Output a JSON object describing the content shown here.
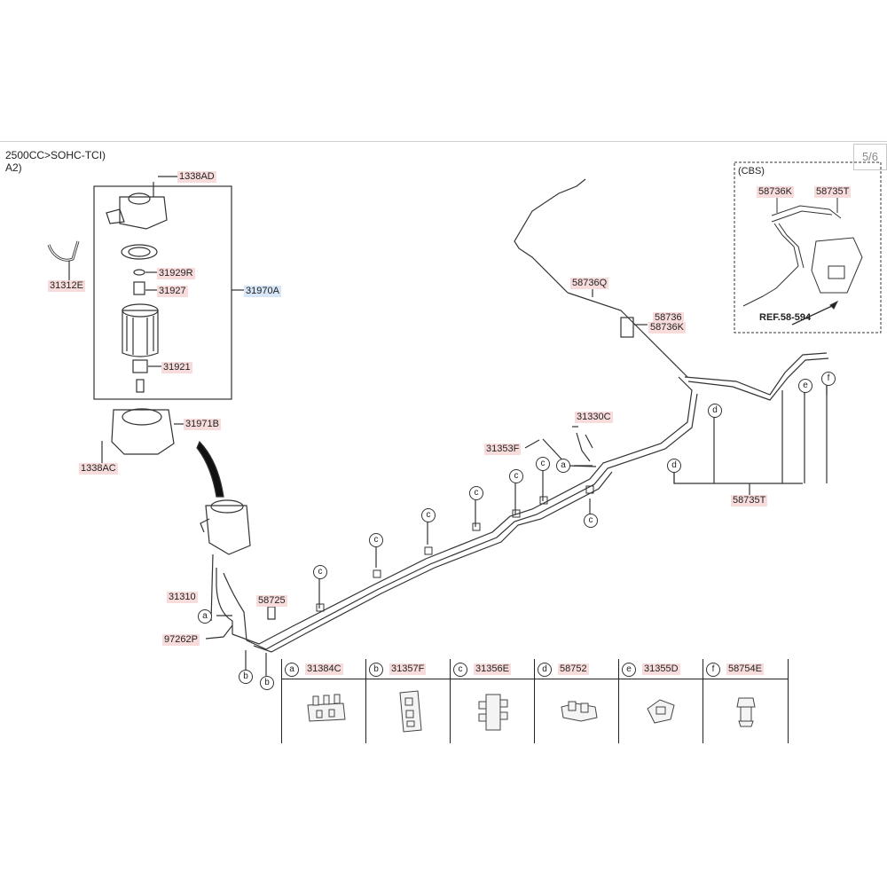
{
  "header": {
    "engine": "2500CC>SOHC-TCI)",
    "variant": "A2)",
    "page": "5/6"
  },
  "inset": {
    "title": "(CBS)",
    "labels": [
      "58736K",
      "58735T"
    ],
    "ref": "REF.58-594"
  },
  "callouts": {
    "c1338AD": "1338AD",
    "c31312E": "31312E",
    "c31929R": "31929R",
    "c31927": "31927",
    "c31970A": "31970A",
    "c31921": "31921",
    "c31971B": "31971B",
    "c1338AC": "1338AC",
    "c58736Q": "58736Q",
    "c58736": "58736",
    "c58736K": "58736K",
    "c31330C": "31330C",
    "c31353F": "31353F",
    "c58735T": "58735T",
    "c31310": "31310",
    "c58725": "58725",
    "c97262P": "97262P"
  },
  "markers": {
    "a": "a",
    "b": "b",
    "c": "c",
    "d": "d",
    "e": "e",
    "f": "f"
  },
  "parts_table": [
    {
      "letter": "a",
      "part": "31384C"
    },
    {
      "letter": "b",
      "part": "31357F"
    },
    {
      "letter": "c",
      "part": "31356E"
    },
    {
      "letter": "d",
      "part": "58752"
    },
    {
      "letter": "e",
      "part": "31355D"
    },
    {
      "letter": "f",
      "part": "58754E"
    }
  ]
}
